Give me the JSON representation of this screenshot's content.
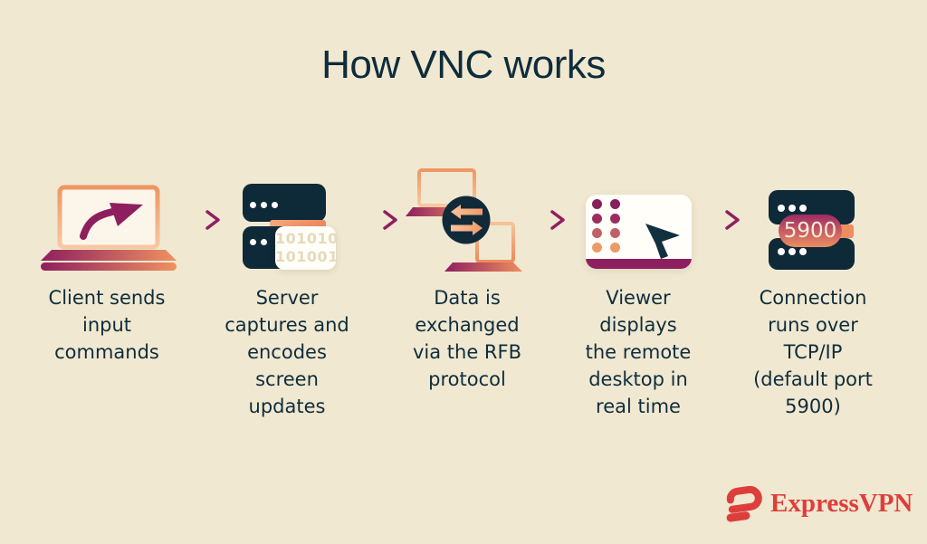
{
  "title": "How VNC works",
  "steps": [
    {
      "id": "client",
      "icon": "laptop-send-icon",
      "caption": "Client sends\ninput\ncommands"
    },
    {
      "id": "server",
      "icon": "server-encode-icon",
      "caption": "Server\ncaptures and\nencodes\nscreen\nupdates",
      "binary_lines": "101010\n101001"
    },
    {
      "id": "exchange",
      "icon": "data-exchange-icon",
      "caption": "Data is\nexchanged\nvia the RFB\nprotocol"
    },
    {
      "id": "viewer",
      "icon": "viewer-cursor-icon",
      "caption": "Viewer\ndisplays\nthe remote\ndesktop in\nreal time"
    },
    {
      "id": "connection",
      "icon": "server-port-icon",
      "caption": "Connection\nruns over\nTCP/IP\n(default port\n5900)",
      "port_badge": "5900"
    }
  ],
  "footer": {
    "brand": "ExpressVPN"
  },
  "colors": {
    "background": "#f0e8d0",
    "text_navy": "#0f2d3d",
    "icon_navy": "#0e2938",
    "magenta": "#8e1f5f",
    "orange": "#ef9a68",
    "binary_cream": "#e6d9ba",
    "brand_red": "#dd3e3c",
    "panel_white": "#fffef9"
  }
}
